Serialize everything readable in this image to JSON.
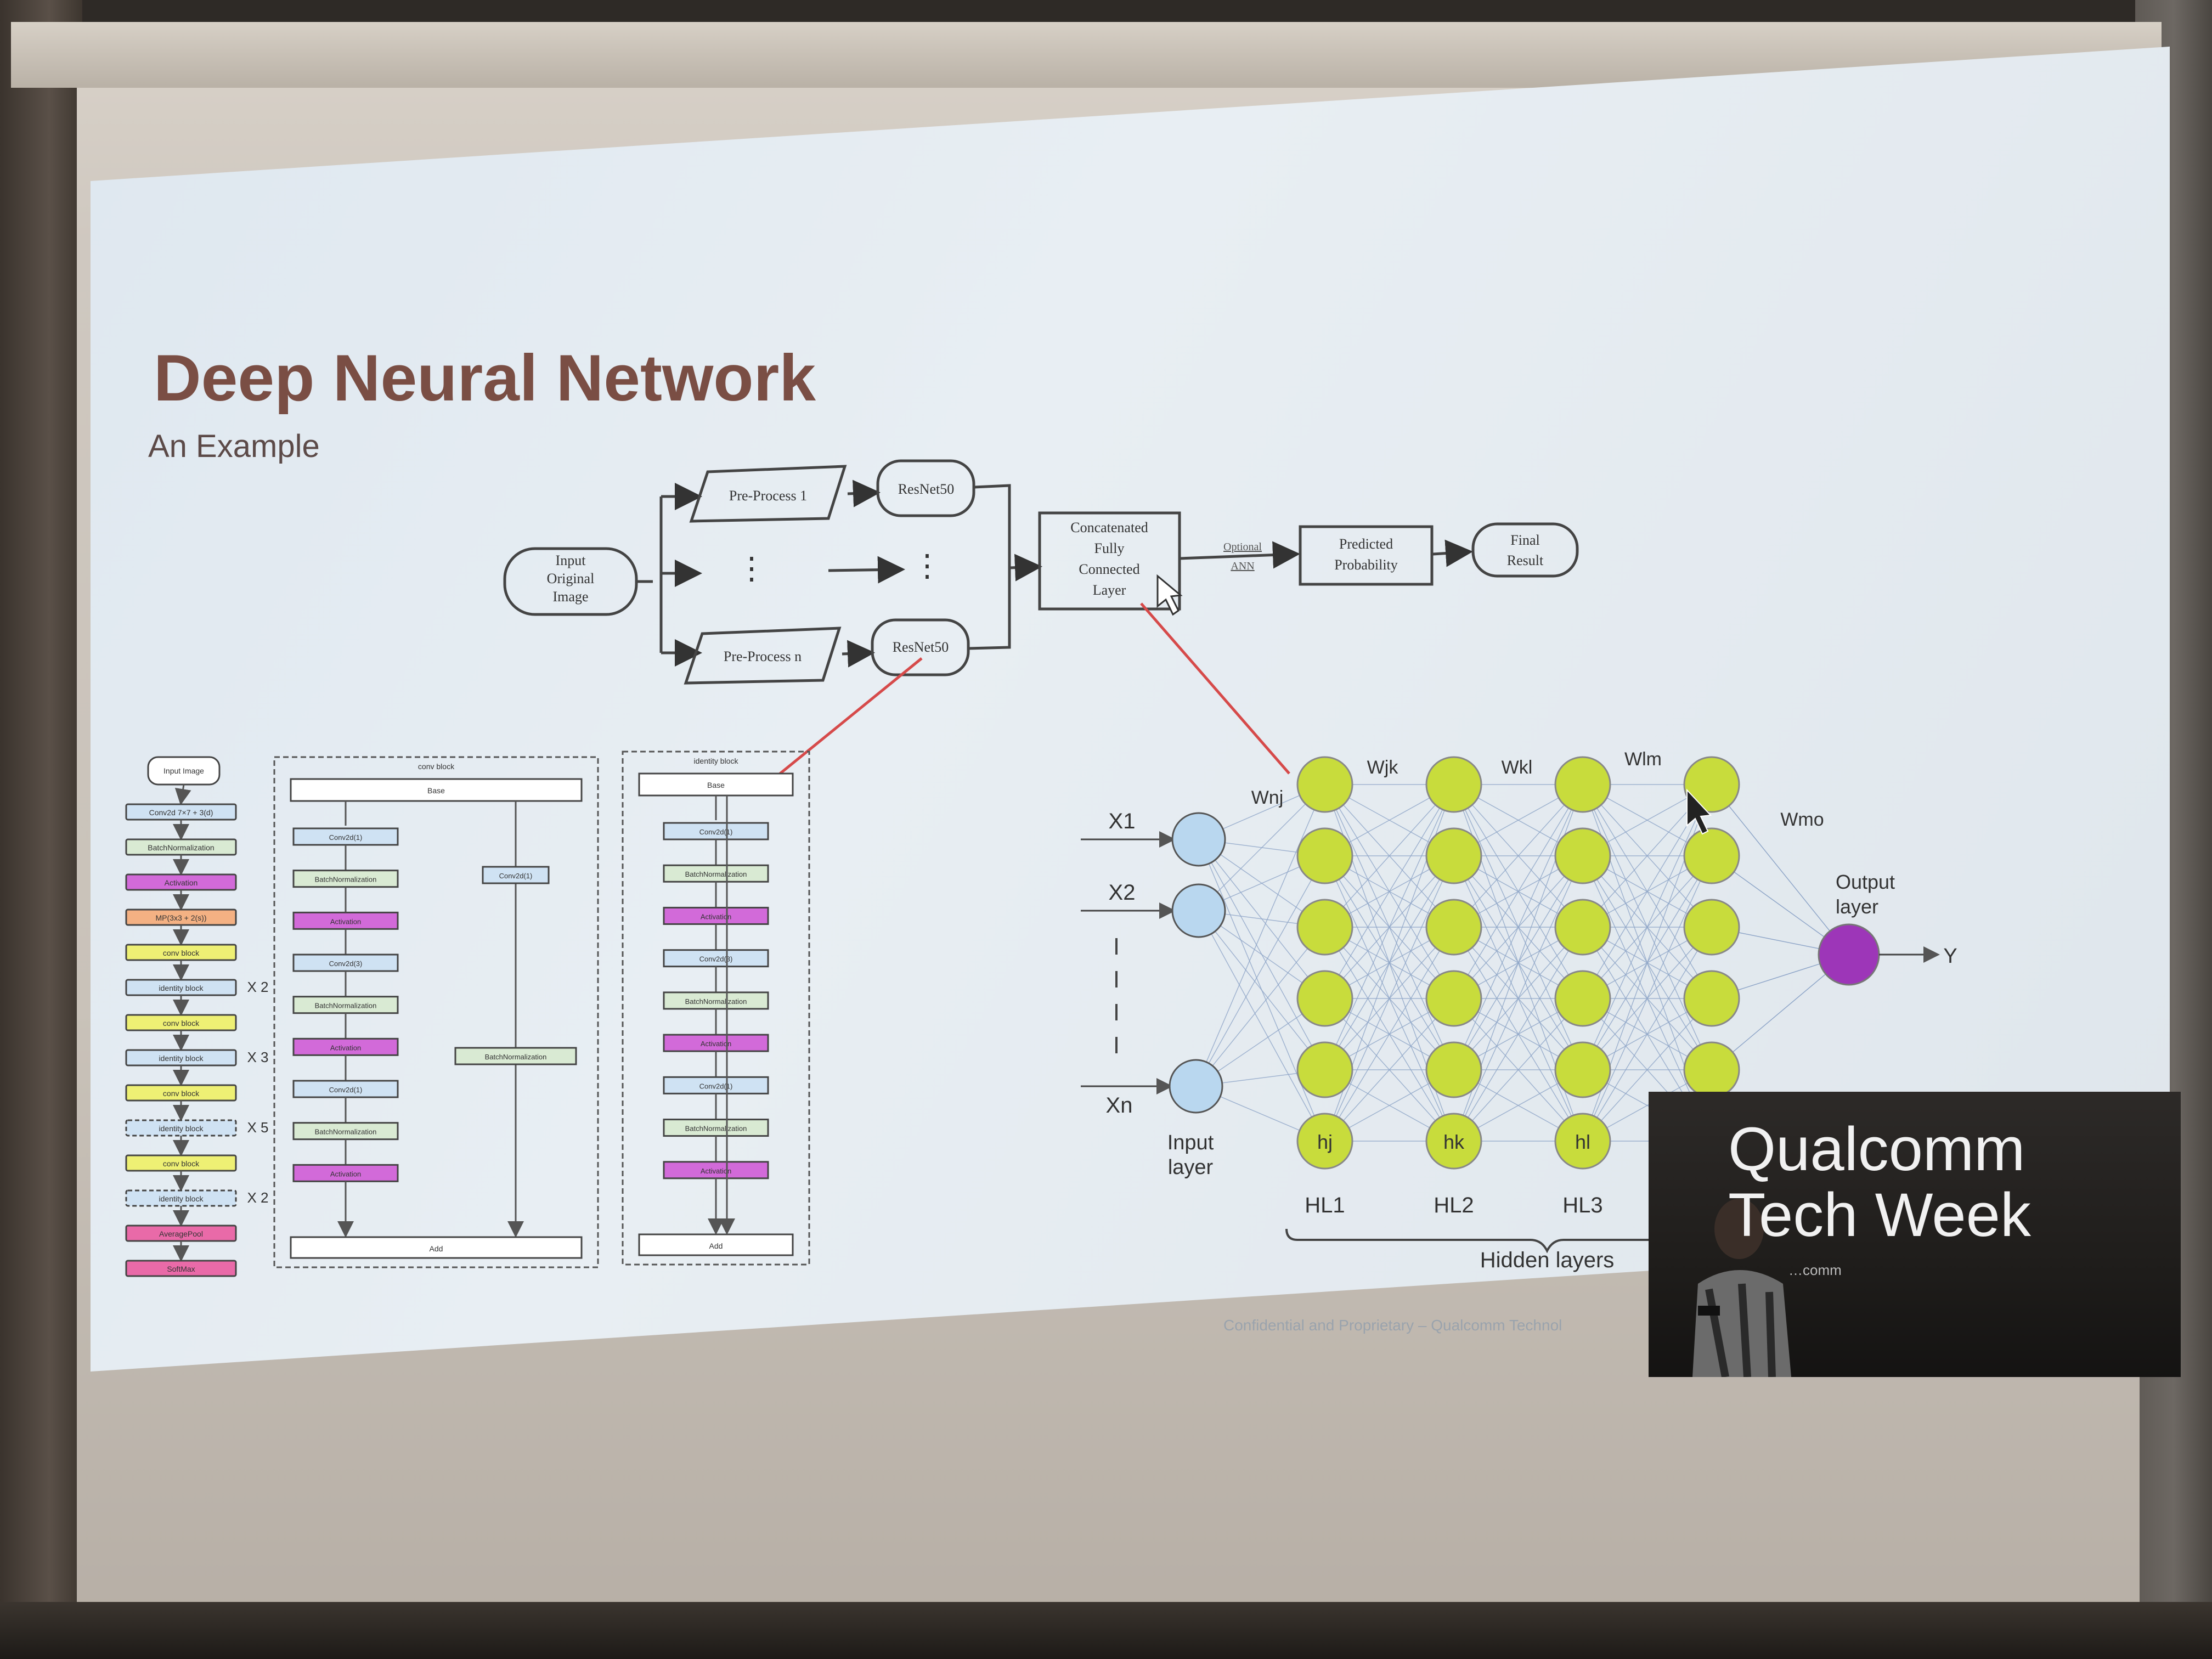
{
  "slide": {
    "title": "Deep Neural Network",
    "subtitle": "An Example",
    "footer": "Confidential and Proprietary – Qualcomm Technol"
  },
  "flow": {
    "input": [
      "Input",
      "Original",
      "Image"
    ],
    "preprocess_first": "Pre-Process 1",
    "preprocess_last": "Pre-Process n",
    "resnet": "ResNet50",
    "ellipsis": "⋮",
    "concat": [
      "Concatenated",
      "Fully",
      "Connected",
      "Layer"
    ],
    "optional": [
      "Optional",
      "ANN"
    ],
    "predicted": [
      "Predicted",
      "Probability"
    ],
    "final": [
      "Final",
      "Result"
    ]
  },
  "stack": {
    "items": [
      {
        "label": "Input Image",
        "color": "#ffffff"
      },
      {
        "label": "Conv2d 7×7 + 3(d)",
        "color": "#cfe2f3"
      },
      {
        "label": "BatchNormalization",
        "color": "#d9ead3"
      },
      {
        "label": "Activation",
        "color": "#d26ad9"
      },
      {
        "label": "MP(3x3 + 2(s))",
        "color": "#f4b183"
      },
      {
        "label": "conv block",
        "color": "#eef074"
      },
      {
        "label": "identity block",
        "color": "#cfe2f3",
        "repeat": "X 2"
      },
      {
        "label": "conv block",
        "color": "#eef074"
      },
      {
        "label": "identity block",
        "color": "#cfe2f3",
        "repeat": "X 3"
      },
      {
        "label": "conv block",
        "color": "#eef074"
      },
      {
        "label": "identity block",
        "color": "#cfe2f3",
        "repeat": "X 5"
      },
      {
        "label": "conv block",
        "color": "#eef074"
      },
      {
        "label": "identity block",
        "color": "#cfe2f3",
        "repeat": "X 2"
      },
      {
        "label": "AveragePool",
        "color": "#e96aa8"
      },
      {
        "label": "SoftMax",
        "color": "#e96aa8"
      }
    ]
  },
  "conv_block": {
    "title": "conv block",
    "base": "Base",
    "steps": [
      {
        "label": "Conv2d(1)",
        "color": "#cfe2f3"
      },
      {
        "label": "BatchNormalization",
        "color": "#d9ead3"
      },
      {
        "label": "Activation",
        "color": "#d26ad9"
      },
      {
        "label": "Conv2d(3)",
        "color": "#cfe2f3"
      },
      {
        "label": "BatchNormalization",
        "color": "#d9ead3"
      },
      {
        "label": "Activation",
        "color": "#d26ad9"
      },
      {
        "label": "Conv2d(1)",
        "color": "#cfe2f3"
      },
      {
        "label": "BatchNormalization",
        "color": "#d9ead3"
      },
      {
        "label": "Activation",
        "color": "#d26ad9"
      }
    ],
    "shortcut": [
      "Conv2d(1)",
      "BatchNormalization"
    ],
    "add": "Add"
  },
  "identity_block": {
    "title": "identity block",
    "base": "Base",
    "steps": [
      {
        "label": "Conv2d(1)",
        "color": "#cfe2f3"
      },
      {
        "label": "BatchNormalization",
        "color": "#d9ead3"
      },
      {
        "label": "Activation",
        "color": "#d26ad9"
      },
      {
        "label": "Conv2d(3)",
        "color": "#cfe2f3"
      },
      {
        "label": "BatchNormalization",
        "color": "#d9ead3"
      },
      {
        "label": "Activation",
        "color": "#d26ad9"
      },
      {
        "label": "Conv2d(1)",
        "color": "#cfe2f3"
      },
      {
        "label": "BatchNormalization",
        "color": "#d9ead3"
      },
      {
        "label": "Activation",
        "color": "#d26ad9"
      }
    ],
    "add": "Add"
  },
  "nn": {
    "inputs": [
      "X1",
      "X2",
      "Xn"
    ],
    "input_layer": [
      "Input",
      "layer"
    ],
    "hidden_labels": [
      "hj",
      "hk",
      "hl"
    ],
    "layer_names": [
      "HL1",
      "HL2",
      "HL3"
    ],
    "weights": [
      "Wnj",
      "Wjk",
      "Wkl",
      "Wlm",
      "Wmo"
    ],
    "output_layer": [
      "Output",
      "layer"
    ],
    "output": "Y",
    "hidden_caption": "Hidden layers",
    "colors": {
      "input": "#b9d7ef",
      "hidden": "#c8dc3c",
      "output": "#9d36b8",
      "edge": "#8fa6c8"
    }
  },
  "banner": {
    "brand": "Qualcomm",
    "event": "Tech Week",
    "small": "…comm"
  }
}
